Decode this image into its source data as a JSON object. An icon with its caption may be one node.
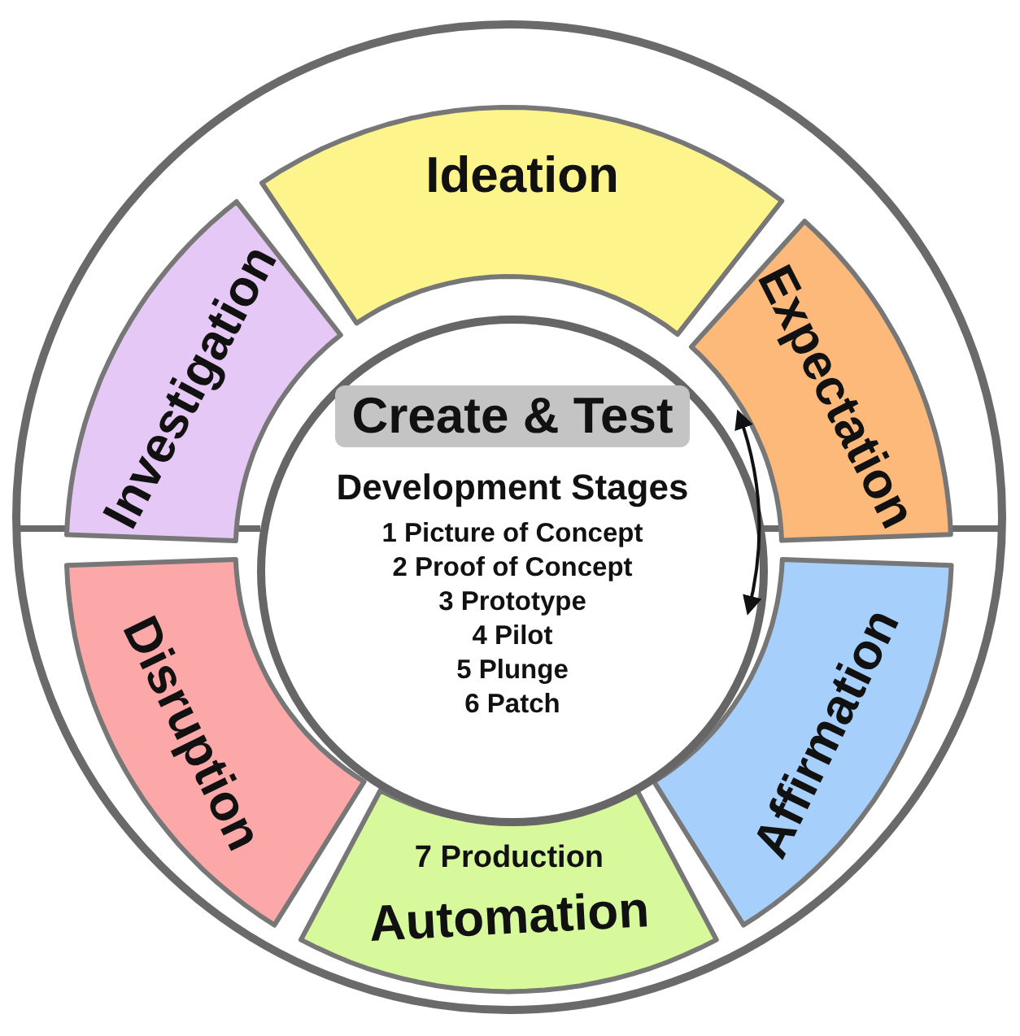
{
  "diagram": {
    "nodes": [
      {
        "text": [
          "Investigation"
        ]
      },
      {
        "text": [
          "Ideation"
        ]
      },
      {
        "text": [
          "Expectation"
        ]
      },
      {
        "text": [
          "Disruption"
        ]
      },
      {
        "text": [
          "Affirmation"
        ]
      },
      {
        "text": [
          "7 Production",
          "Automation"
        ]
      },
      {
        "text": [
          "Create & Test",
          "Development Stages",
          "1 Picture of Concept",
          "2 Proof of Concept",
          "3 Prototype",
          "4 Pilot",
          "5 Plunge",
          "6 Patch"
        ]
      }
    ],
    "edges": []
  }
}
